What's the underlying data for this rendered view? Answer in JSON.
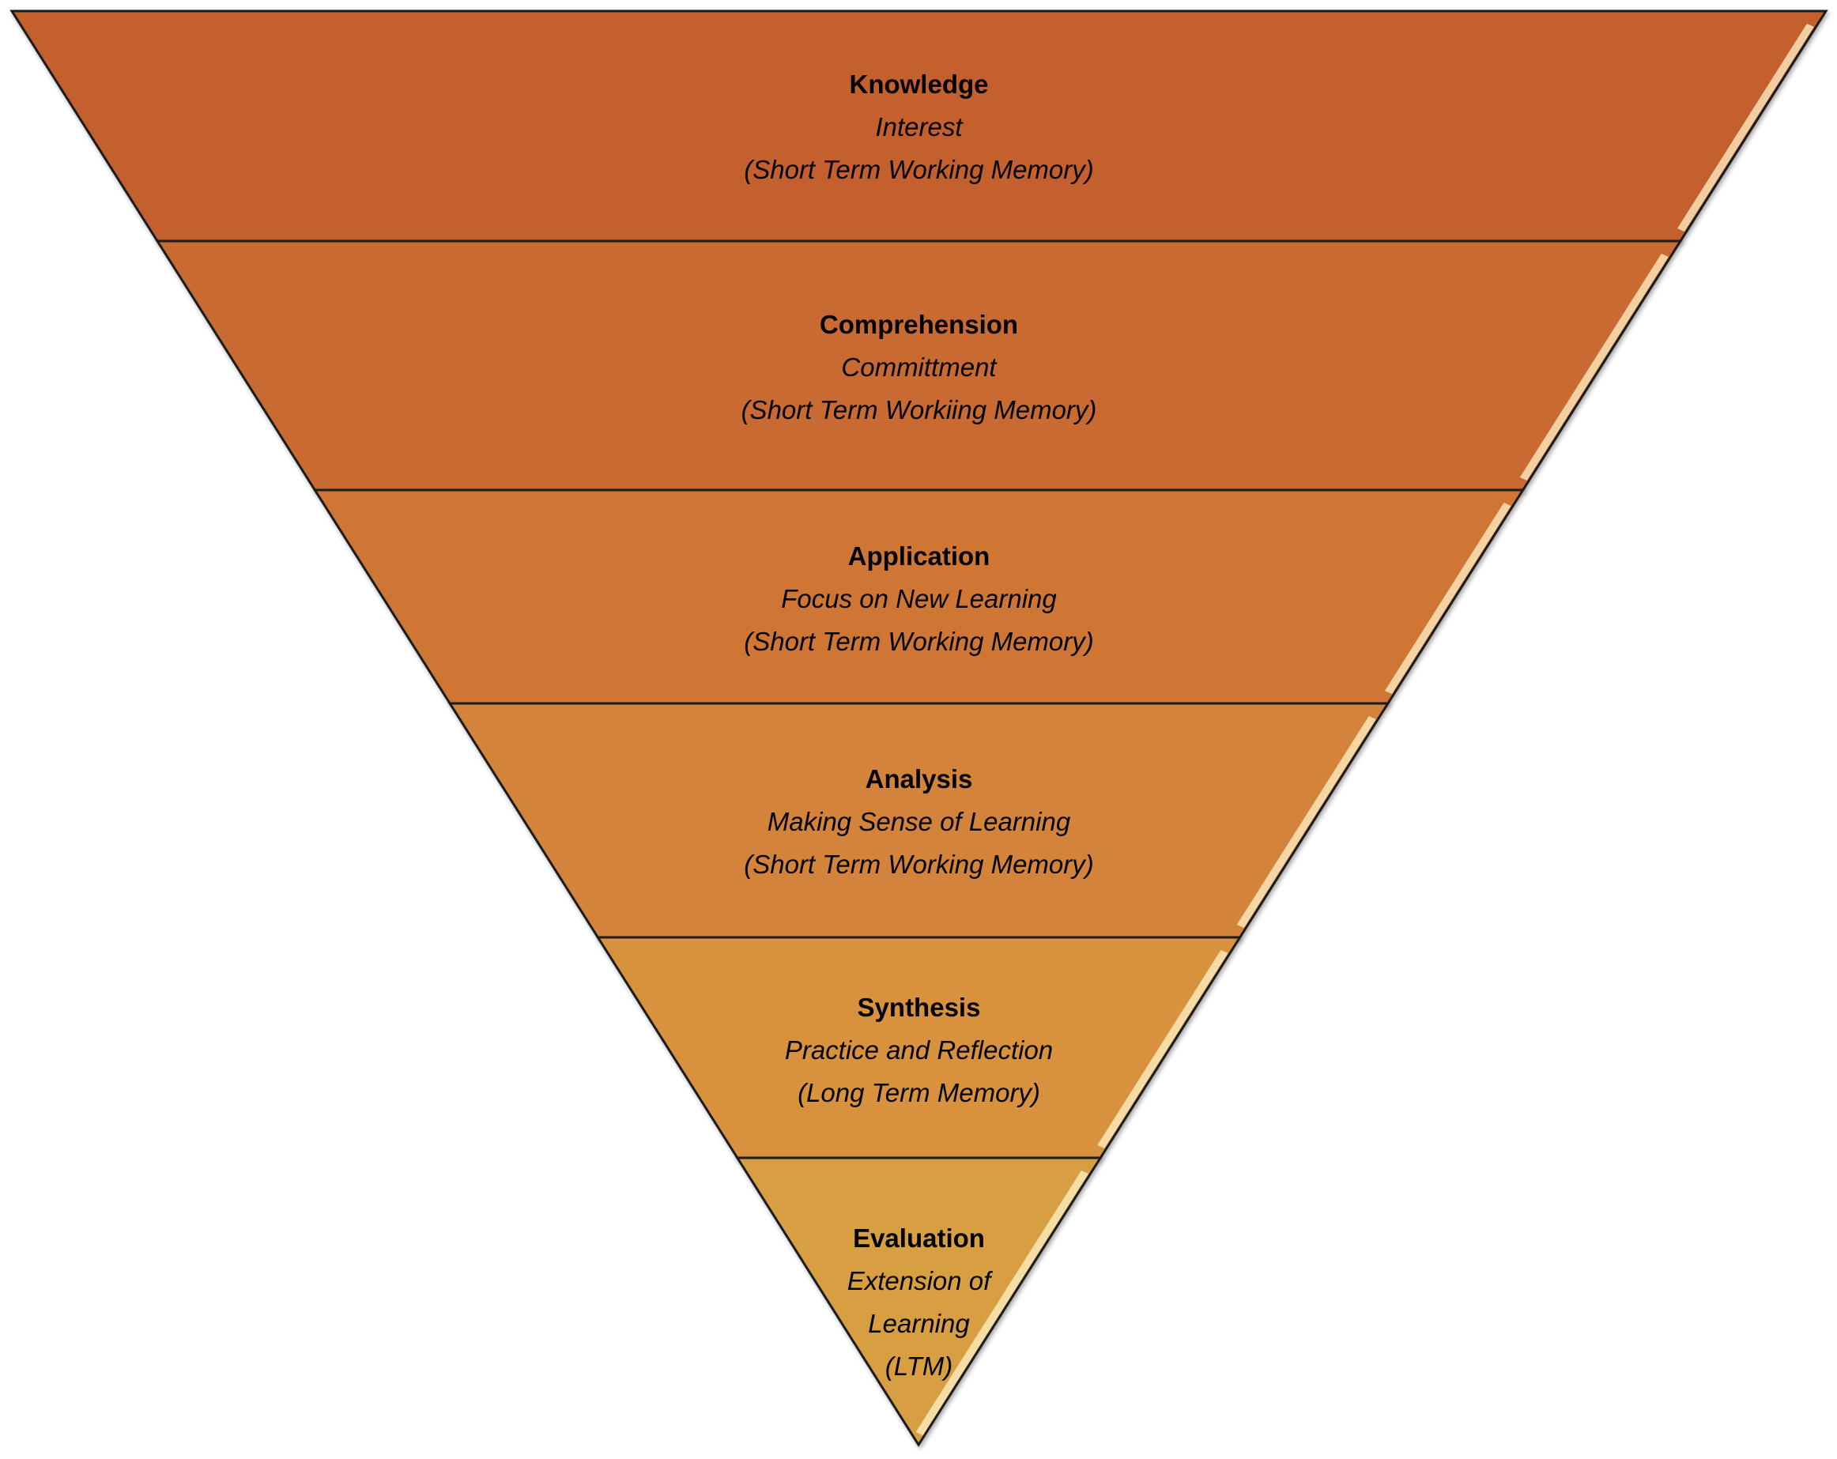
{
  "colors": {
    "outline": "#1a1a1a",
    "highlight": "#fff3c8"
  },
  "layers": [
    {
      "title": "Knowledge",
      "lines": [
        "Interest",
        "(Short Term Working Memory)"
      ],
      "color": "#c45e2e"
    },
    {
      "title": "Comprehension",
      "lines": [
        "Committment",
        "(Short Term Workiing Memory)"
      ],
      "color": "#c96a31"
    },
    {
      "title": "Application",
      "lines": [
        "Focus on New Learning",
        "(Short Term Working Memory)"
      ],
      "color": "#cf7635"
    },
    {
      "title": "Analysis",
      "lines": [
        "Making Sense of Learning",
        "(Short Term Working  Memory)"
      ],
      "color": "#d4833a"
    },
    {
      "title": "Synthesis",
      "lines": [
        "Practice and Reflection",
        "(Long Term Memory)"
      ],
      "color": "#d8923e"
    },
    {
      "title": "Evaluation",
      "lines": [
        "Extension of",
        "Learning",
        "(LTM)"
      ],
      "color": "#d79e42"
    }
  ]
}
